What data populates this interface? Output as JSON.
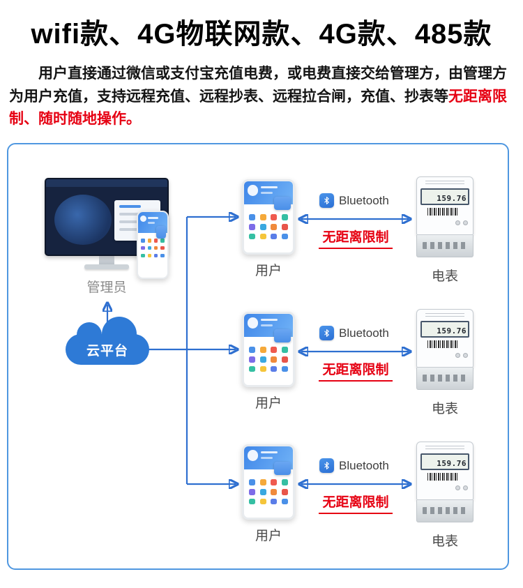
{
  "colors": {
    "accent_blue": "#2e6fd0",
    "alert_red": "#e60012",
    "panel_border": "#4f97e0"
  },
  "header": {
    "title": "wifi款、4G物联网款、4G款、485款",
    "description": "用户直接通过微信或支付宝充值电费，或电费直接交给管理方，由管理方为用户充值，支持远程充值、远程抄表、远程拉合闸，充值、抄表等",
    "description_highlight": "无距离限制、随时随地操作。"
  },
  "diagram": {
    "admin_label": "管理员",
    "cloud_label": "云平台",
    "rows": [
      {
        "user_label": "用户",
        "bluetooth_label": "Bluetooth",
        "constraint_label": "无距离限制",
        "meter_label": "电表",
        "meter_reading": "159.76"
      },
      {
        "user_label": "用户",
        "bluetooth_label": "Bluetooth",
        "constraint_label": "无距离限制",
        "meter_label": "电表",
        "meter_reading": "159.76"
      },
      {
        "user_label": "用户",
        "bluetooth_label": "Bluetooth",
        "constraint_label": "无距离限制",
        "meter_label": "电表",
        "meter_reading": "159.76"
      }
    ]
  }
}
